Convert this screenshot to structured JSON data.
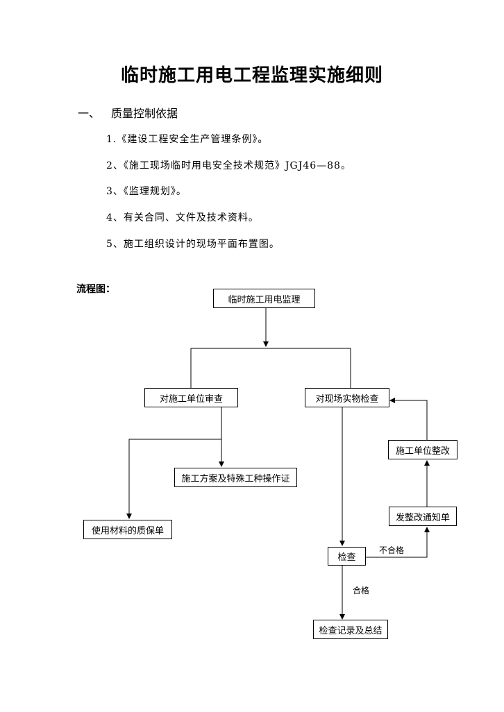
{
  "title": "临时施工用电工程监理实施细则",
  "section": {
    "number": "一、",
    "heading": "质量控制依据"
  },
  "items": [
    "1.《建设工程安全生产管理条例》。",
    "2、《施工现场临时用电安全技术规范》JGJ46—88。",
    "3、《监理规划》。",
    "4、有关合同、文件及技术资料。",
    "5、施工组织设计的现场平面布置图。"
  ],
  "flowchart": {
    "label": "流程图：",
    "nodes": {
      "root": "临时施工用电监理",
      "audit": "对施工单位审查",
      "site_check": "对现场实物检查",
      "plan": "施工方案及特殊工种操作证",
      "material": "使用材料的质保单",
      "inspect": "检查",
      "rectify_notice": "发整改通知单",
      "rectify": "施工单位整改",
      "record": "检查记录及总结"
    },
    "edges": {
      "fail": "不合格",
      "pass": "合格"
    }
  }
}
